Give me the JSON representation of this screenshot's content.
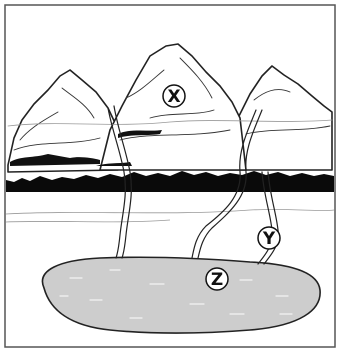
{
  "labels": {
    "x": "X",
    "y": "Y",
    "z": "Z"
  },
  "colors": {
    "outline": "#222222",
    "lake": "#cdcdcd",
    "treeline": "#0a0a0a",
    "frame": "#555555",
    "background": "#ffffff"
  }
}
